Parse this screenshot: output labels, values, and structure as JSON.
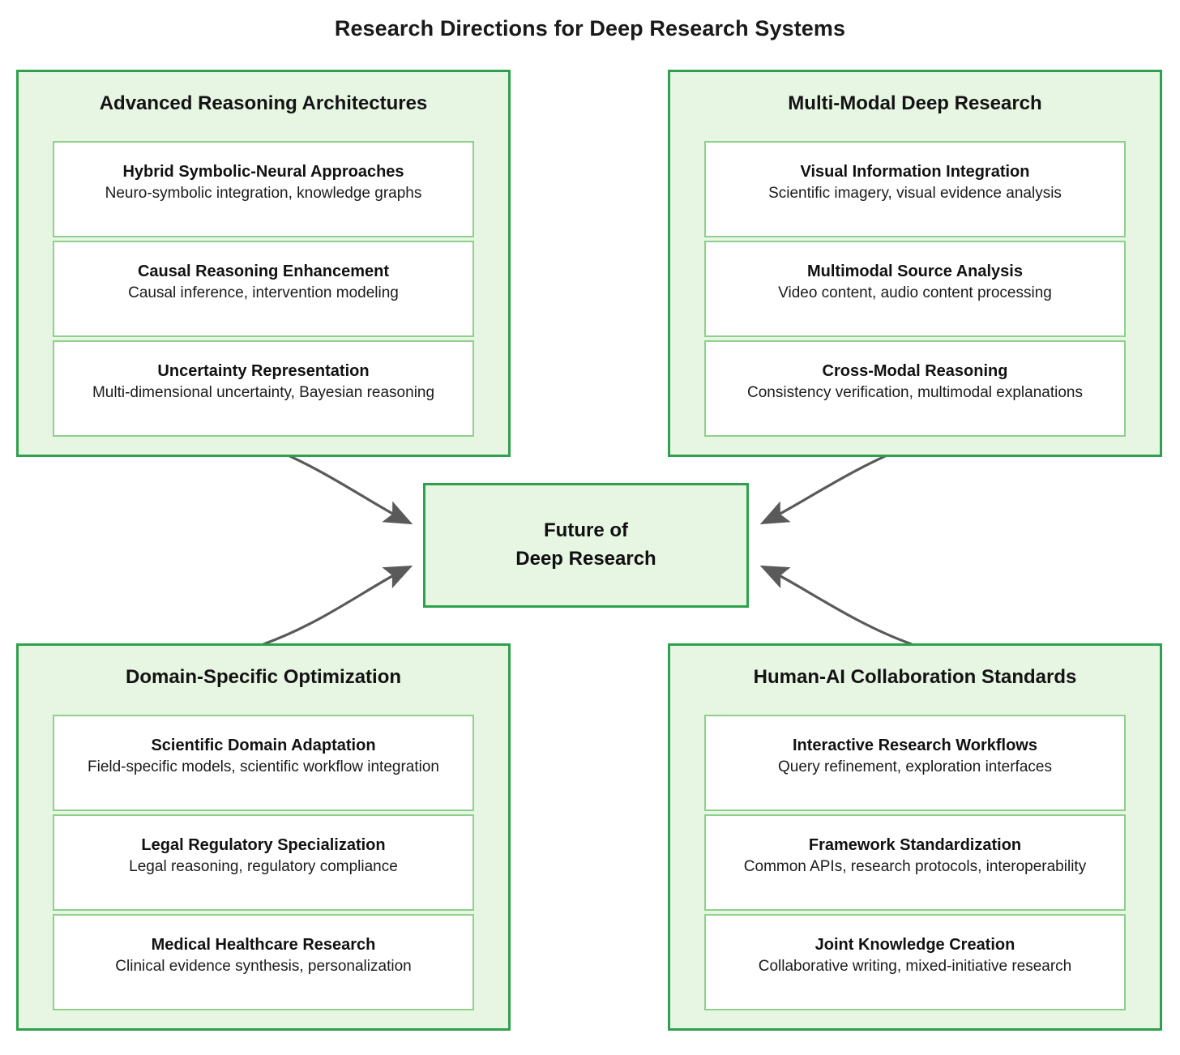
{
  "page": {
    "title": "Research Directions for Deep Research Systems",
    "background_color": "#ffffff"
  },
  "theme": {
    "cluster_border": "#2fa14e",
    "cluster_fill": "#e7f5e3",
    "item_border": "#8ed08b",
    "item_fill": "#ffffff",
    "arrow_color": "#5a5a5a",
    "text_color": "#111111"
  },
  "center": {
    "name": "future-of-deep-research",
    "line1": "Future of",
    "line2": "Deep Research"
  },
  "clusters": [
    {
      "id": "advanced-reasoning-architectures",
      "title": "Advanced Reasoning Architectures",
      "position": "top-left",
      "items": [
        {
          "title": "Hybrid Symbolic-Neural Approaches",
          "desc": "Neuro-symbolic integration, knowledge graphs"
        },
        {
          "title": "Causal Reasoning Enhancement",
          "desc": "Causal inference, intervention modeling"
        },
        {
          "title": "Uncertainty Representation",
          "desc": "Multi-dimensional uncertainty, Bayesian reasoning"
        }
      ]
    },
    {
      "id": "multi-modal-deep-research",
      "title": "Multi-Modal Deep Research",
      "position": "top-right",
      "items": [
        {
          "title": "Visual Information Integration",
          "desc": "Scientific imagery, visual evidence analysis"
        },
        {
          "title": "Multimodal Source Analysis",
          "desc": "Video content, audio content processing"
        },
        {
          "title": "Cross-Modal Reasoning",
          "desc": "Consistency verification, multimodal explanations"
        }
      ]
    },
    {
      "id": "domain-specific-optimization",
      "title": "Domain-Specific Optimization",
      "position": "bottom-left",
      "items": [
        {
          "title": "Scientific Domain Adaptation",
          "desc": "Field-specific models, scientific workflow integration"
        },
        {
          "title": "Legal Regulatory Specialization",
          "desc": "Legal reasoning, regulatory compliance"
        },
        {
          "title": "Medical Healthcare Research",
          "desc": "Clinical evidence synthesis, personalization"
        }
      ]
    },
    {
      "id": "human-ai-collaboration-standards",
      "title": "Human-AI Collaboration Standards",
      "position": "bottom-right",
      "items": [
        {
          "title": "Interactive Research Workflows",
          "desc": "Query refinement, exploration interfaces"
        },
        {
          "title": "Framework Standardization",
          "desc": "Common APIs, research protocols, interoperability"
        },
        {
          "title": "Joint Knowledge Creation",
          "desc": "Collaborative writing, mixed-initiative research"
        }
      ]
    }
  ],
  "edges": [
    {
      "from": "advanced-reasoning-architectures",
      "to": "future-of-deep-research",
      "direction": "to-center"
    },
    {
      "from": "multi-modal-deep-research",
      "to": "future-of-deep-research",
      "direction": "to-center"
    },
    {
      "from": "domain-specific-optimization",
      "to": "future-of-deep-research",
      "direction": "to-center"
    },
    {
      "from": "human-ai-collaboration-standards",
      "to": "future-of-deep-research",
      "direction": "to-center"
    }
  ]
}
